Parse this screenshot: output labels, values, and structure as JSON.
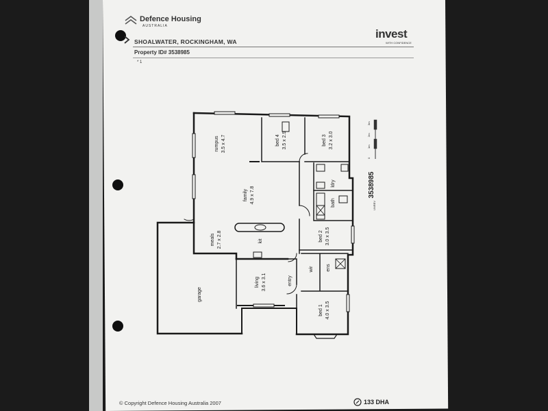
{
  "header": {
    "brand_name": "Defence Housing",
    "brand_sub": "AUSTRALIA",
    "address": "SHOALWATER, ROCKINGHAM, WA",
    "property_id": "Property ID# 3538985",
    "mark": "* 1",
    "partner_logo": "invest",
    "partner_sub": "WITH CONFIDENCE"
  },
  "plan": {
    "rooms": [
      {
        "id": "rumpus",
        "name": "rumpus",
        "dims": "3.5 x 4.7"
      },
      {
        "id": "bed4",
        "name": "bed 4",
        "dims": "3.5 x 2.9"
      },
      {
        "id": "bed3",
        "name": "bed 3",
        "dims": "3.2 x 3.0"
      },
      {
        "id": "family",
        "name": "family",
        "dims": "4.9 x 7.8"
      },
      {
        "id": "ldry",
        "name": "ldry",
        "dims": ""
      },
      {
        "id": "bath",
        "name": "bath",
        "dims": ""
      },
      {
        "id": "bed2",
        "name": "bed 2",
        "dims": "3.0 x 3.5"
      },
      {
        "id": "meals",
        "name": "meals",
        "dims": "2.7 x 2.8"
      },
      {
        "id": "kit",
        "name": "kit",
        "dims": ""
      },
      {
        "id": "wir",
        "name": "wir",
        "dims": ""
      },
      {
        "id": "ens",
        "name": "ens",
        "dims": ""
      },
      {
        "id": "living",
        "name": "living",
        "dims": "3.6 x 3.1"
      },
      {
        "id": "entry",
        "name": "entry",
        "dims": ""
      },
      {
        "id": "garage",
        "name": "garage",
        "dims": ""
      },
      {
        "id": "bed1",
        "name": "bed 1",
        "dims": "4.0 x 3.5"
      }
    ],
    "plan_number": "3538985",
    "plan_caption": "UNREV",
    "scale": {
      "labels": [
        "0",
        "1m",
        "2m",
        "3m"
      ]
    }
  },
  "footer": {
    "copyright": "© Copyright Defence Housing Australia 2007",
    "phone": "133 DHA"
  }
}
